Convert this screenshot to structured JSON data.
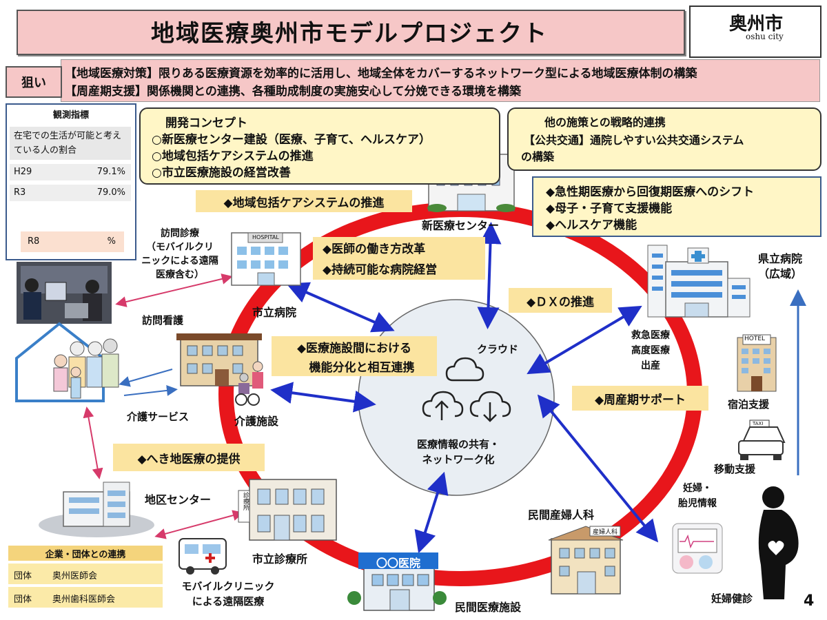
{
  "title": "地域医療奥州市モデルプロジェクト",
  "logo": {
    "name": "奥州市",
    "sub": "oshu city"
  },
  "aim": {
    "tag": "狙い",
    "line1": "【地域医療対策】限りある医療資源を効率的に活用し、地域全体をカバーするネットワーク型による地域医療体制の構築",
    "line2": "【周産期支援】関係機関との連携、各種助成制度の実施安心して分娩できる環境を構築"
  },
  "indicator": {
    "title": "観測指標",
    "label": "在宅での生活が可能と考えている人の割合",
    "rows": [
      {
        "year": "H29",
        "value": "79.1%"
      },
      {
        "year": "R3",
        "value": "79.0%"
      }
    ],
    "target_year": "R8",
    "target_unit": "%"
  },
  "concept": {
    "title": "開発コンセプト",
    "items": [
      "○新医療センター建設（医療、子育て、ヘルスケア）",
      "○地域包括ケアシステムの推進",
      "○市立医療施設の経営改善"
    ]
  },
  "strategy": {
    "title": "他の施策との戦略的連携",
    "line1": "【公共交通】通院しやすい公共交通システム",
    "line2": "の構築"
  },
  "shift": {
    "items": [
      "◆急性期医療から回復期医療へのシフト",
      "◆母子・子育て支援機能",
      "◆ヘルスケア機能"
    ]
  },
  "initiatives": {
    "community_care": "◆地域包括ケアシステムの推進",
    "work_style": "◆医師の働き方改革",
    "sustainable": "◆持続可能な病院経営",
    "dx": "◆ＤＸの推進",
    "cooperation_1": "◆医療施設間における",
    "cooperation_2": "機能分化と相互連携",
    "perinatal": "◆周産期サポート",
    "remote_area": "◆へき地医療の提供"
  },
  "cloud": {
    "label": "クラウド",
    "line1": "医療情報の共有・",
    "line2": "ネットワーク化"
  },
  "nodes": {
    "new_center": "新医療センター",
    "city_hospital": "市立病院",
    "hospital_sign": "HOSPITAL",
    "home_visit_1": "訪問診療",
    "home_visit_2": "（モバイルクリ",
    "home_visit_3": "ニックによる遠隔",
    "home_visit_4": "医療含む）",
    "visit_nursing": "訪問看護",
    "care_service": "介護サービス",
    "care_facility": "介護施設",
    "district_center": "地区センター",
    "city_clinic": "市立診療所",
    "clinic_sign": "診療所",
    "mobile_clinic_1": "モバイルクリニック",
    "mobile_clinic_2": "による遠隔医療",
    "private_facility": "民間医療施設",
    "private_sign": "〇〇医院",
    "obgyn": "民間産婦人科",
    "obgyn_sign": "産婦人科",
    "pref_hospital_1": "県立病院",
    "pref_hospital_2": "（広域）",
    "emergency_1": "救急医療",
    "emergency_2": "高度医療",
    "emergency_3": "出産",
    "lodging": "宿泊支援",
    "hotel_sign": "HOTEL",
    "transport": "移動支援",
    "taxi_sign": "TAXI",
    "pregnant_info_1": "妊婦・",
    "pregnant_info_2": "胎児情報",
    "checkup": "妊婦健診"
  },
  "partners": {
    "title": "企業・団体との連携",
    "rows": [
      {
        "type": "団体",
        "name": "奥州医師会"
      },
      {
        "type": "団体",
        "name": "奥州歯科医師会"
      }
    ]
  },
  "page_number": "4",
  "colors": {
    "ring": "#e8161b",
    "arrow_blue": "#1f2fc8",
    "arrow_pink": "#d63a6a",
    "title_bg": "#f6c7c7",
    "note_bg": "#fff6c6",
    "tag_bg": "#fbe4a0"
  }
}
